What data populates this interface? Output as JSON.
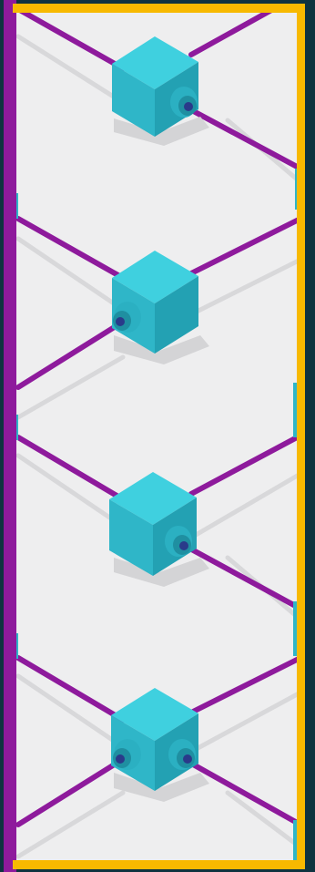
{
  "board": {
    "background_color": "#eeeeef",
    "outer_background_color": "#0e3340",
    "left_frame_color": "#8e1a9c",
    "right_frame_color": "#f7b900",
    "wire_color": "#8e1a9c",
    "wire_shadow_color": "#d6d6d8",
    "node_top_color": "#3fd0df",
    "node_left_color": "#2fb6c8",
    "node_right_color": "#23a1b3",
    "port_color": "#1f8fa1",
    "port_hole_color": "#2a3a8a"
  },
  "nodes": [
    {
      "id": "node-1",
      "ports": [
        "right"
      ]
    },
    {
      "id": "node-2",
      "ports": [
        "left"
      ]
    },
    {
      "id": "node-3",
      "ports": [
        "right"
      ]
    },
    {
      "id": "node-4",
      "ports": [
        "left",
        "right"
      ]
    }
  ],
  "icons": [
    "cube-node-icon",
    "port-socket-icon"
  ]
}
